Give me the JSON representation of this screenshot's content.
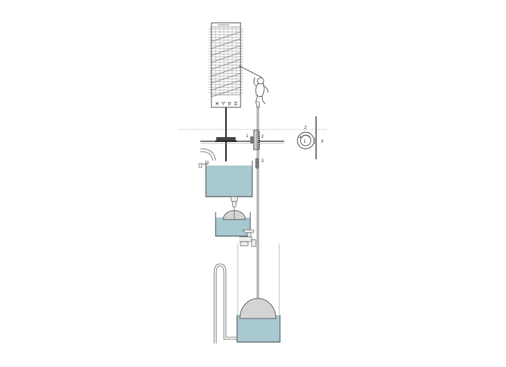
{
  "labels": {
    "gear_left": "1",
    "gear_right": "2",
    "rack": "3",
    "detail_top": "2",
    "detail_center": "1",
    "detail_right": "3"
  },
  "drum_symbols": [
    "♓",
    "♈",
    "♉",
    "♊"
  ],
  "colors": {
    "water": "#a9c9d1",
    "float": "#d4d4d4",
    "line": "#333333",
    "guide": "#666666"
  },
  "icons": {
    "drum": "hour-drum",
    "figure": "pointer-figure",
    "float": "dome-float"
  }
}
